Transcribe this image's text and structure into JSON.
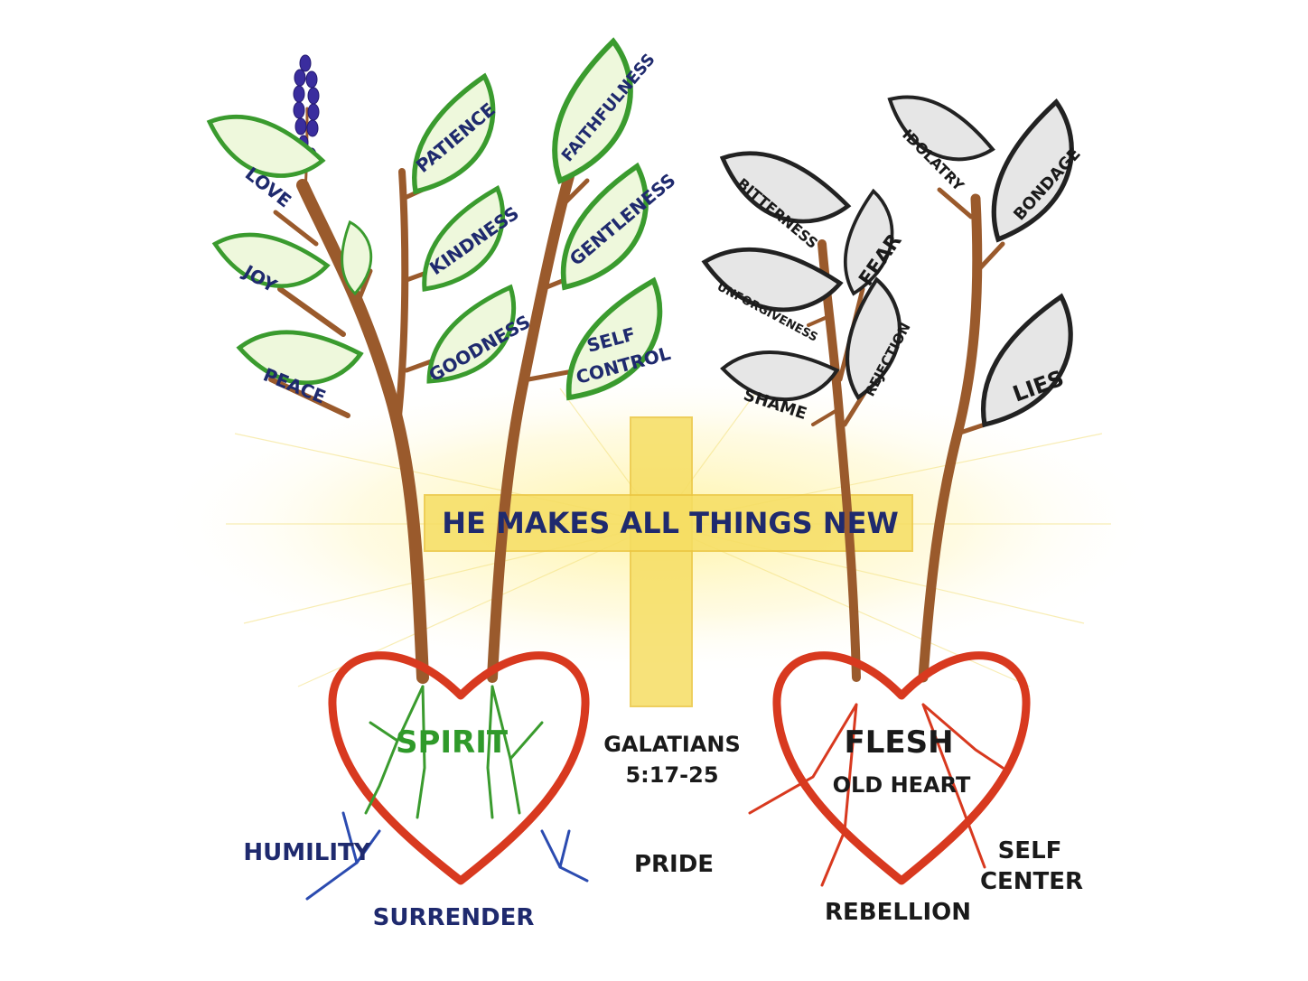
{
  "banner": "HE MAKES ALL THINGS NEW",
  "spirit_tree": {
    "heart_label": "SPIRIT",
    "fruit_leaves": [
      "LOVE",
      "JOY",
      "PEACE",
      "PATIENCE",
      "KINDNESS",
      "GOODNESS",
      "FAITHFULNESS",
      "GENTLENESS",
      "SELF",
      "CONTROL"
    ],
    "roots": [
      "HUMILITY",
      "SURRENDER"
    ]
  },
  "flesh_tree": {
    "heart_label": "FLESH",
    "heart_sublabel": "OLD HEART",
    "leaves": [
      "BITTERNESS",
      "UNFORGIVENESS",
      "SHAME",
      "FEAR",
      "REJECTION",
      "IDOLATRY",
      "BONDAGE",
      "LIES"
    ],
    "roots": [
      "REBELLION",
      "SELF",
      "CENTER"
    ]
  },
  "middle": {
    "reference_line1": "GALATIANS",
    "reference_line2": "5:17-25",
    "pride": "PRIDE"
  },
  "colors": {
    "good_leaf": "#3a9b2e",
    "good_leaf_fill": "#eef8dc",
    "bad_leaf": "#222222",
    "bad_leaf_fill": "#e6e6e6",
    "trunk": "#9a5a2c",
    "heart": "#d8391f",
    "cross": "#f6de63",
    "spirit_text": "#2f9a2a",
    "navy_text": "#1f2a6e",
    "blue_roots": "#2b4bb0",
    "lavender": "#3a2d9e"
  }
}
